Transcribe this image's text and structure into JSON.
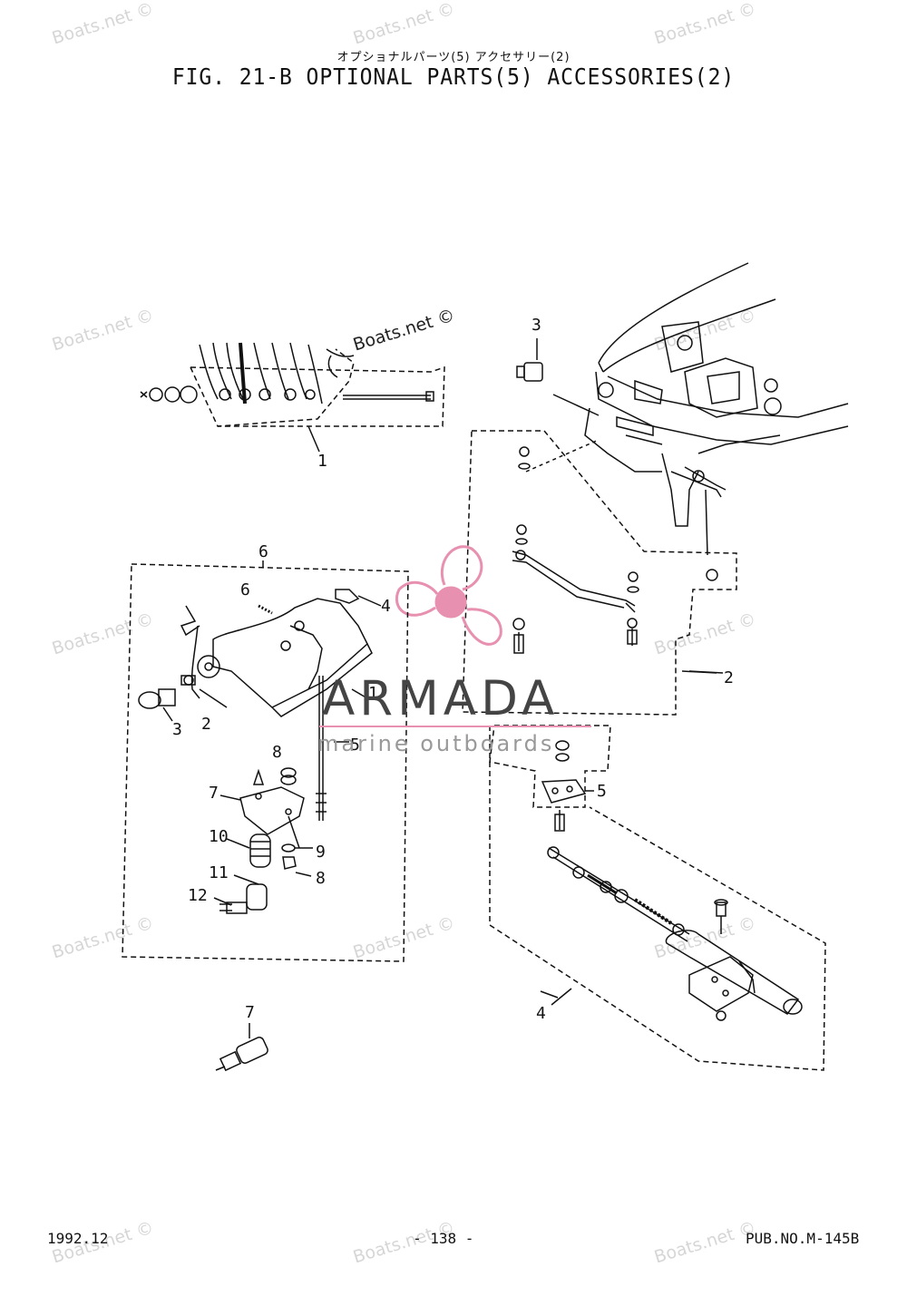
{
  "header": {
    "japanese_title": "オプショナルパーツ(5) アクセサリー(2)",
    "figure_title": "FIG. 21-B OPTIONAL PARTS(5) ACCESSORIES(2)"
  },
  "footer": {
    "date": "1992.12",
    "page": "- 138 -",
    "pub_no": "PUB.NO.M-145B"
  },
  "watermark": {
    "text": "Boats.net ©"
  },
  "brand": {
    "name": "ARMADA",
    "tagline": "marine outboards",
    "color": "#e890b0"
  },
  "callouts": {
    "group1": "1",
    "group2": "2",
    "group3": "3",
    "group4": "4",
    "group5": "5",
    "group6": "6",
    "kit_6": "6",
    "kit_4": "4",
    "kit_1": "1",
    "kit_3": "3",
    "kit_2": "2",
    "kit_5": "5",
    "kit_8a": "8",
    "kit_7": "7",
    "kit_9": "9",
    "kit_8b": "8",
    "kit_10": "10",
    "kit_11": "11",
    "kit_12": "12",
    "loose_7": "7"
  }
}
